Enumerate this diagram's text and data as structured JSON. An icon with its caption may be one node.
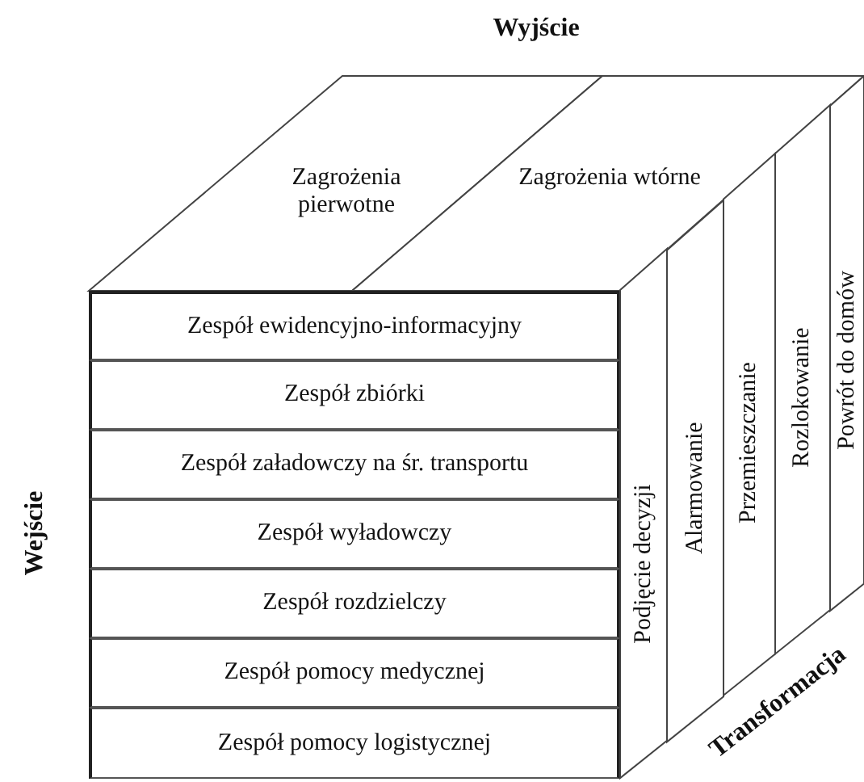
{
  "diagram": {
    "nodes": [
      {
        "text": [
          "Zagrożenia pierwotne"
        ]
      },
      {
        "text": [
          "Zagrożenia wtórne"
        ]
      },
      {
        "text": [
          "Zespół ewidencyjno-informacyjny"
        ]
      },
      {
        "text": [
          "Zespół zbiórki"
        ]
      },
      {
        "text": [
          "Zespół załadowczy na śr. transportu"
        ]
      },
      {
        "text": [
          "Zespół wyładowczy"
        ]
      },
      {
        "text": [
          "Zespół rozdzielczy"
        ]
      },
      {
        "text": [
          "Zespół pomocy medycznej"
        ]
      },
      {
        "text": [
          "Zespół pomocy logistycznej"
        ]
      },
      {
        "text": [
          "Podjęcie decyzji"
        ]
      },
      {
        "text": [
          "Alarmowanie"
        ]
      },
      {
        "text": [
          "Przemieszczanie"
        ]
      },
      {
        "text": [
          "Rozlokowanie"
        ]
      },
      {
        "text": [
          "Powrót do domów"
        ]
      }
    ],
    "labels": [
      "Wyjście",
      "Wejście",
      "Transformacja"
    ]
  }
}
